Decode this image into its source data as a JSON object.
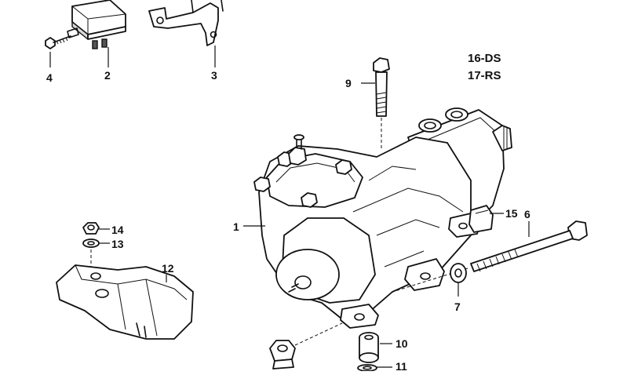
{
  "legend": {
    "line1": "16-DS",
    "line2": "17-RS"
  },
  "callouts": {
    "c1": "1",
    "c2": "2",
    "c3": "3",
    "c4": "4",
    "c6": "6",
    "c7": "7",
    "c9": "9",
    "c10": "10",
    "c11": "11",
    "c12": "12",
    "c13": "13",
    "c14": "14",
    "c15": "15"
  }
}
